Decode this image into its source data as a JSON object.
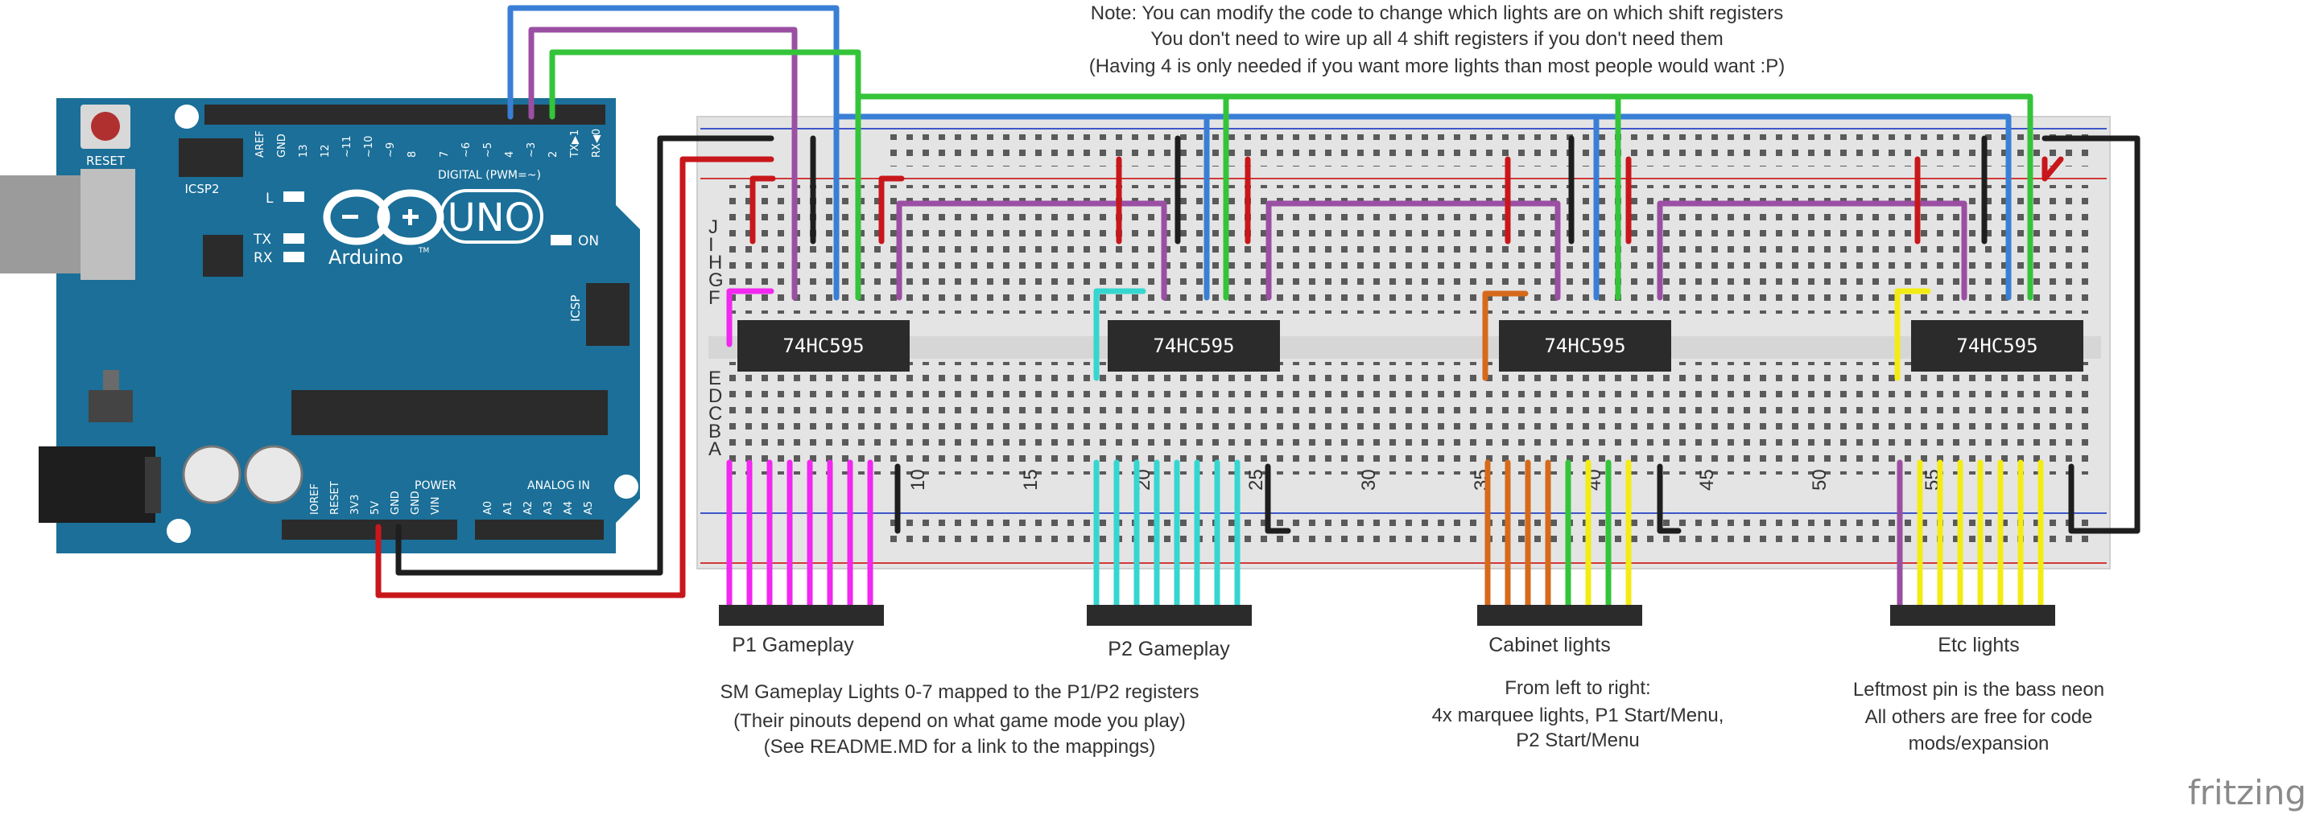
{
  "notes": {
    "lines": [
      "Note: You can modify the code to change which lights are on which shift registers",
      "You don't need to wire up all 4 shift registers if you don't need them",
      "(Having 4 is only needed if you want more lights than most people would want :P)"
    ]
  },
  "arduino": {
    "reset_label": "RESET",
    "icsp2_label": "ICSP2",
    "icsp_label": "ICSP",
    "l_label": "L",
    "tx_label": "TX",
    "rx_label": "RX",
    "on_label": "ON",
    "logo_text": "UNO",
    "brand_text": "Arduino",
    "trademark": "TM",
    "digital_label": "DIGITAL (PWM=~)",
    "power_label": "POWER",
    "analog_label": "ANALOG IN",
    "top_pins": [
      "AREF",
      "GND",
      "13",
      "12",
      "~11",
      "~10",
      "~9",
      "8",
      "7",
      "~6",
      "~5",
      "4",
      "~3",
      "2",
      "TX▶1",
      "RX◀0"
    ],
    "power_pins": [
      "IOREF",
      "RESET",
      "3V3",
      "5V",
      "GND",
      "GND",
      "VIN"
    ],
    "analog_pins": [
      "A0",
      "A1",
      "A2",
      "A3",
      "A4",
      "A5"
    ],
    "board_color": "#1b6f98"
  },
  "breadboard": {
    "row_letters_top": [
      "J",
      "I",
      "H",
      "G",
      "F"
    ],
    "row_letters_bottom": [
      "E",
      "D",
      "C",
      "B",
      "A"
    ],
    "column_numbers": [
      "10",
      "15",
      "20",
      "25",
      "30",
      "35",
      "40",
      "45",
      "50",
      "55"
    ]
  },
  "chips": [
    {
      "label": "74HC595"
    },
    {
      "label": "74HC595"
    },
    {
      "label": "74HC595"
    },
    {
      "label": "74HC595"
    }
  ],
  "headers": [
    {
      "label": "P1 Gameplay",
      "desc": [
        "SM Gameplay Lights 0-7 mapped to the P1/P2 registers",
        "(Their pinouts depend on what game mode you play)",
        "(See README.MD for a link to the mappings)"
      ]
    },
    {
      "label": "P2 Gameplay",
      "desc": []
    },
    {
      "label": "Cabinet lights",
      "desc": [
        "From left to right:",
        "4x marquee lights, P1 Start/Menu,",
        "P2 Start/Menu"
      ]
    },
    {
      "label": "Etc lights",
      "desc": [
        "Leftmost pin is the bass neon",
        "All others are free for code",
        "mods/expansion"
      ]
    }
  ],
  "wire_colors": {
    "blue": "#3a7fd6",
    "purple": "#9b4fa3",
    "green": "#34c43a",
    "red": "#c8171b",
    "black": "#1e1e1e",
    "magenta": "#f227f0",
    "cyan": "#35d6d0",
    "orange": "#d66a1b",
    "yellow": "#f3ec14"
  },
  "icons": [
    "reset-button-icon",
    "arduino-infinity-logo-icon",
    "usb-port-icon",
    "power-jack-icon"
  ],
  "watermark": "fritzing"
}
